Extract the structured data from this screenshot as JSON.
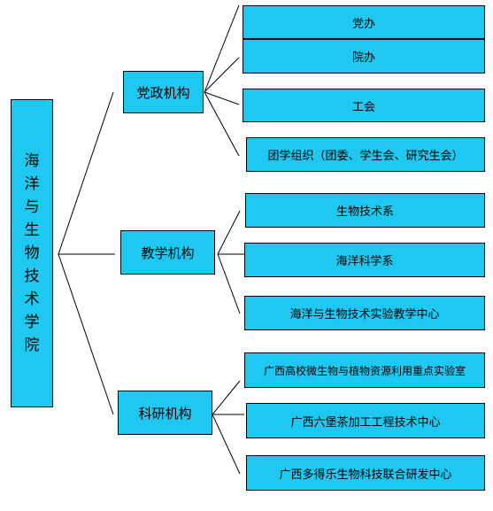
{
  "colors": {
    "box_fill": "#1ec8f0",
    "line": "#000000",
    "background": "#ffffff"
  },
  "root": {
    "chars": [
      "海",
      "洋",
      "与",
      "生",
      "物",
      "技",
      "术",
      "学",
      "院"
    ]
  },
  "groups": [
    {
      "label": "党政机构",
      "items": [
        "党办",
        "院办",
        "工会",
        "团学组织（团委、学生会、研究生会）"
      ]
    },
    {
      "label": "教学机构",
      "items": [
        "生物技术系",
        "海洋科学系",
        "海洋与生物技术实验教学中心"
      ]
    },
    {
      "label": "科研机构",
      "items": [
        "广西高校微生物与植物资源利用重点实验室",
        "广西六堡茶加工工程技术中心",
        "广西多得乐生物科技联合研发中心"
      ]
    }
  ]
}
